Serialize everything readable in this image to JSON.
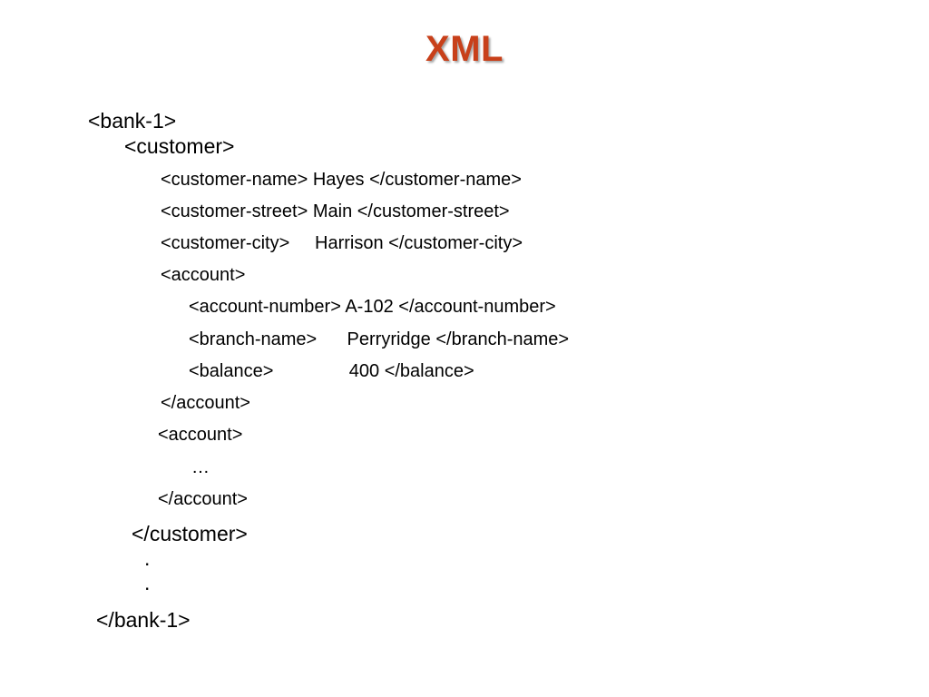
{
  "slide": {
    "title": "XML",
    "title_color": "#c8401a"
  },
  "code": {
    "bank_open": "<bank-1>",
    "customer_open": "<customer>",
    "customer_name": "<customer-name> Hayes </customer-name>",
    "customer_street": "<customer-street> Main </customer-street>",
    "customer_city": "<customer-city>     Harrison </customer-city>",
    "account_open_1": "<account>",
    "account_number": "<account-number> A-102 </account-number>",
    "branch_name": "<branch-name>      Perryridge </branch-name>",
    "balance": "<balance>               400 </balance>",
    "account_close_1": "</account>",
    "account_open_2": "<account>",
    "ellipsis": "…",
    "account_close_2": "</account>",
    "customer_close": "</customer>",
    "dot_1": ".",
    "dot_2": ".",
    "bank_close": "</bank-1>"
  }
}
